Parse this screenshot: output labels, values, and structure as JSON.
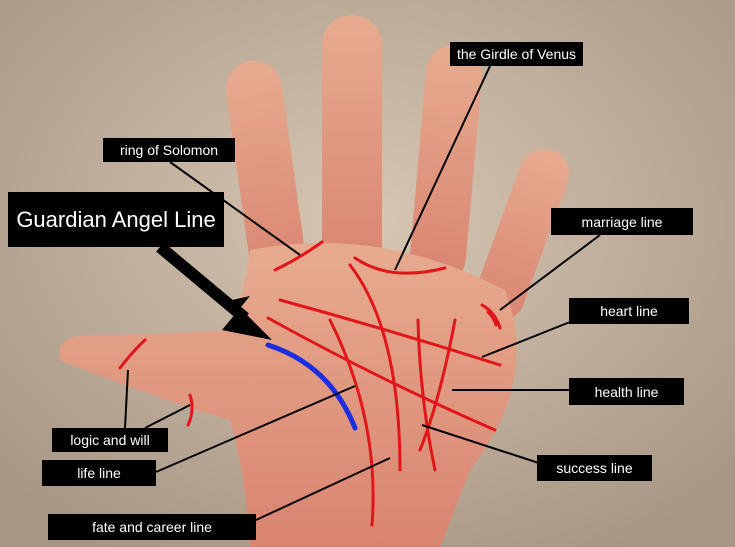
{
  "title": "Guardian Angel Line",
  "labels": {
    "girdle": "the Girdle of Venus",
    "solomon": "ring of Solomon",
    "guardian": "Guardian Angel Line",
    "marriage": "marriage line",
    "heart": "heart line",
    "health": "health line",
    "success": "success line",
    "logic": "logic and will",
    "life": "life line",
    "fate": "fate and career line"
  },
  "colors": {
    "palm_line": "#e0161a",
    "guardian_line": "#1a2de0",
    "label_bg": "#000000",
    "skin": "#e59a80",
    "wall": "#c9b9a6"
  }
}
